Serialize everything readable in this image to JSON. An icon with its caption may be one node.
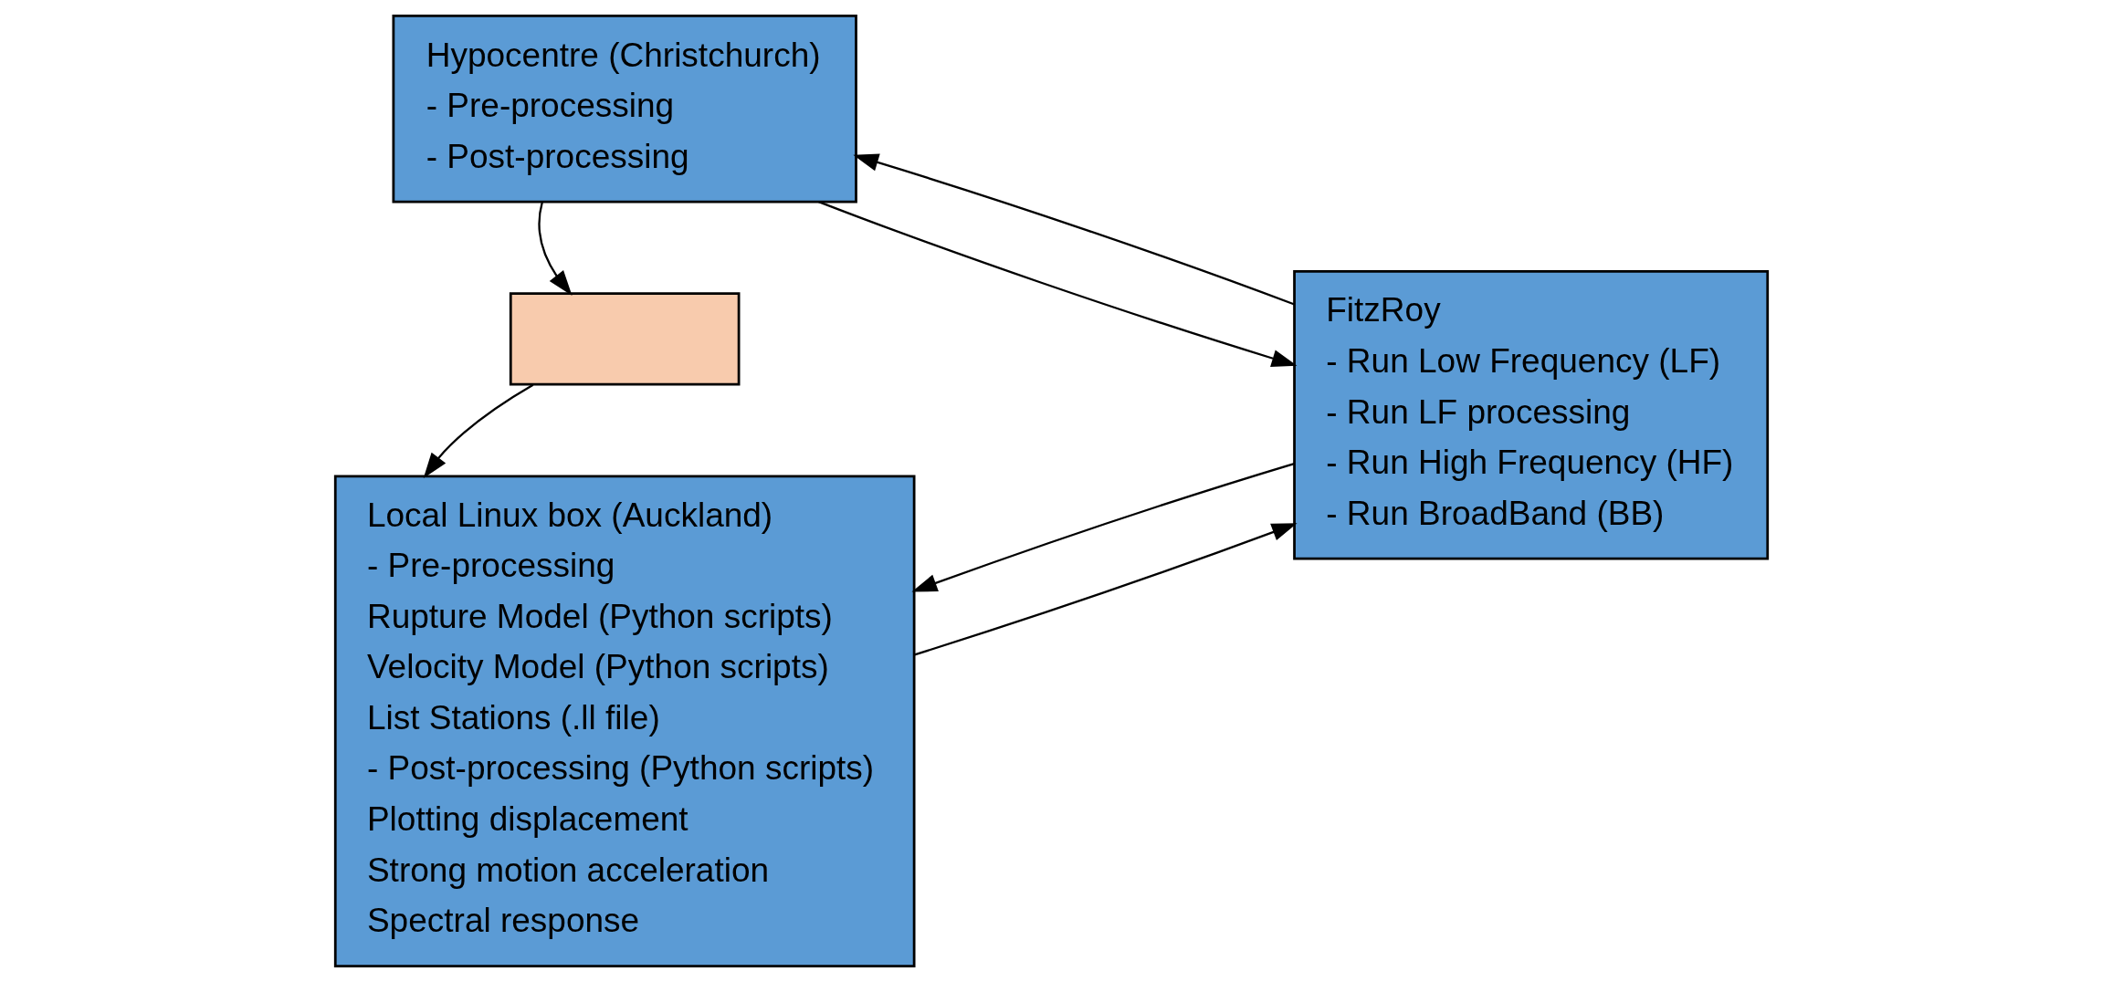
{
  "diagram": {
    "nodes": [
      {
        "text": [
          "Local Linux box (Auckland)",
          "- Pre-processing",
          "Rupture Model (Python scripts)",
          "Velocity Model (Python scripts)",
          "List Stations (.ll file)",
          "- Post-processing (Python scripts)",
          "Plotting displacement",
          "Strong motion acceleration",
          "Spectral response"
        ]
      },
      {
        "text": [
          "FitzRoy",
          "- Run Low Frequency (LF)",
          "- Run LF processing",
          "- Run High Frequency (HF)",
          "- Run BroadBand (BB)"
        ]
      },
      {
        "text": [],
        "shape": "box"
      },
      {
        "text": [
          "Hypocentre (Christchurch)",
          "- Pre-processing",
          "- Post-processing"
        ]
      }
    ],
    "edges": [
      {
        "from": 0,
        "to": 1,
        "arrow": "to"
      },
      {
        "from": 1,
        "to": 0,
        "arrow": "to"
      },
      {
        "from": 2,
        "to": 0,
        "arrow": "to"
      },
      {
        "from": 3,
        "to": 2,
        "arrow": "to"
      },
      {
        "from": 3,
        "to": 1,
        "arrow": "to"
      },
      {
        "from": 1,
        "to": 3,
        "arrow": "to"
      }
    ]
  }
}
